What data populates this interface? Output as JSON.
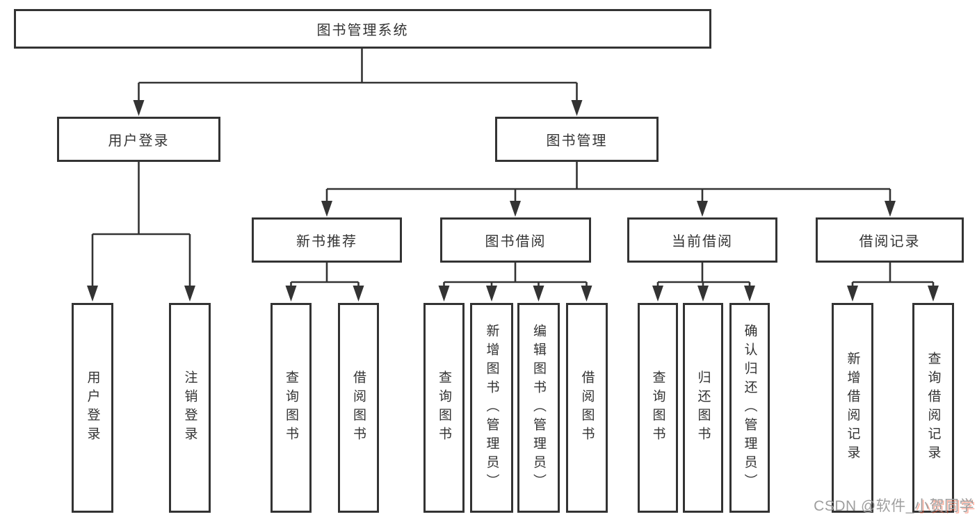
{
  "tree": {
    "label": "图书管理系统",
    "children": [
      {
        "label": "用户登录",
        "children": [
          {
            "label": "用户登录"
          },
          {
            "label": "注销登录"
          }
        ]
      },
      {
        "label": "图书管理",
        "children": [
          {
            "label": "新书推荐",
            "children": [
              {
                "label": "查询图书"
              },
              {
                "label": "借阅图书"
              }
            ]
          },
          {
            "label": "图书借阅",
            "children": [
              {
                "label": "查询图书"
              },
              {
                "label": "新增图书（管理员）"
              },
              {
                "label": "编辑图书（管理员）"
              },
              {
                "label": "借阅图书"
              }
            ]
          },
          {
            "label": "当前借阅",
            "children": [
              {
                "label": "查询图书"
              },
              {
                "label": "归还图书"
              },
              {
                "label": "确认归还（管理员）"
              }
            ]
          },
          {
            "label": "借阅记录",
            "children": [
              {
                "label": "新增借阅记录"
              },
              {
                "label": "查询借阅记录"
              }
            ]
          }
        ]
      }
    ]
  },
  "watermark": {
    "prefix": "CSDN @软件_",
    "suffix": "小贺同学"
  },
  "colors": {
    "line": "#333333",
    "box_border": "#333333",
    "text": "#333333",
    "background": "#ffffff",
    "watermark_gray": "#9e9e9e",
    "watermark_accent": "#fc5531"
  }
}
